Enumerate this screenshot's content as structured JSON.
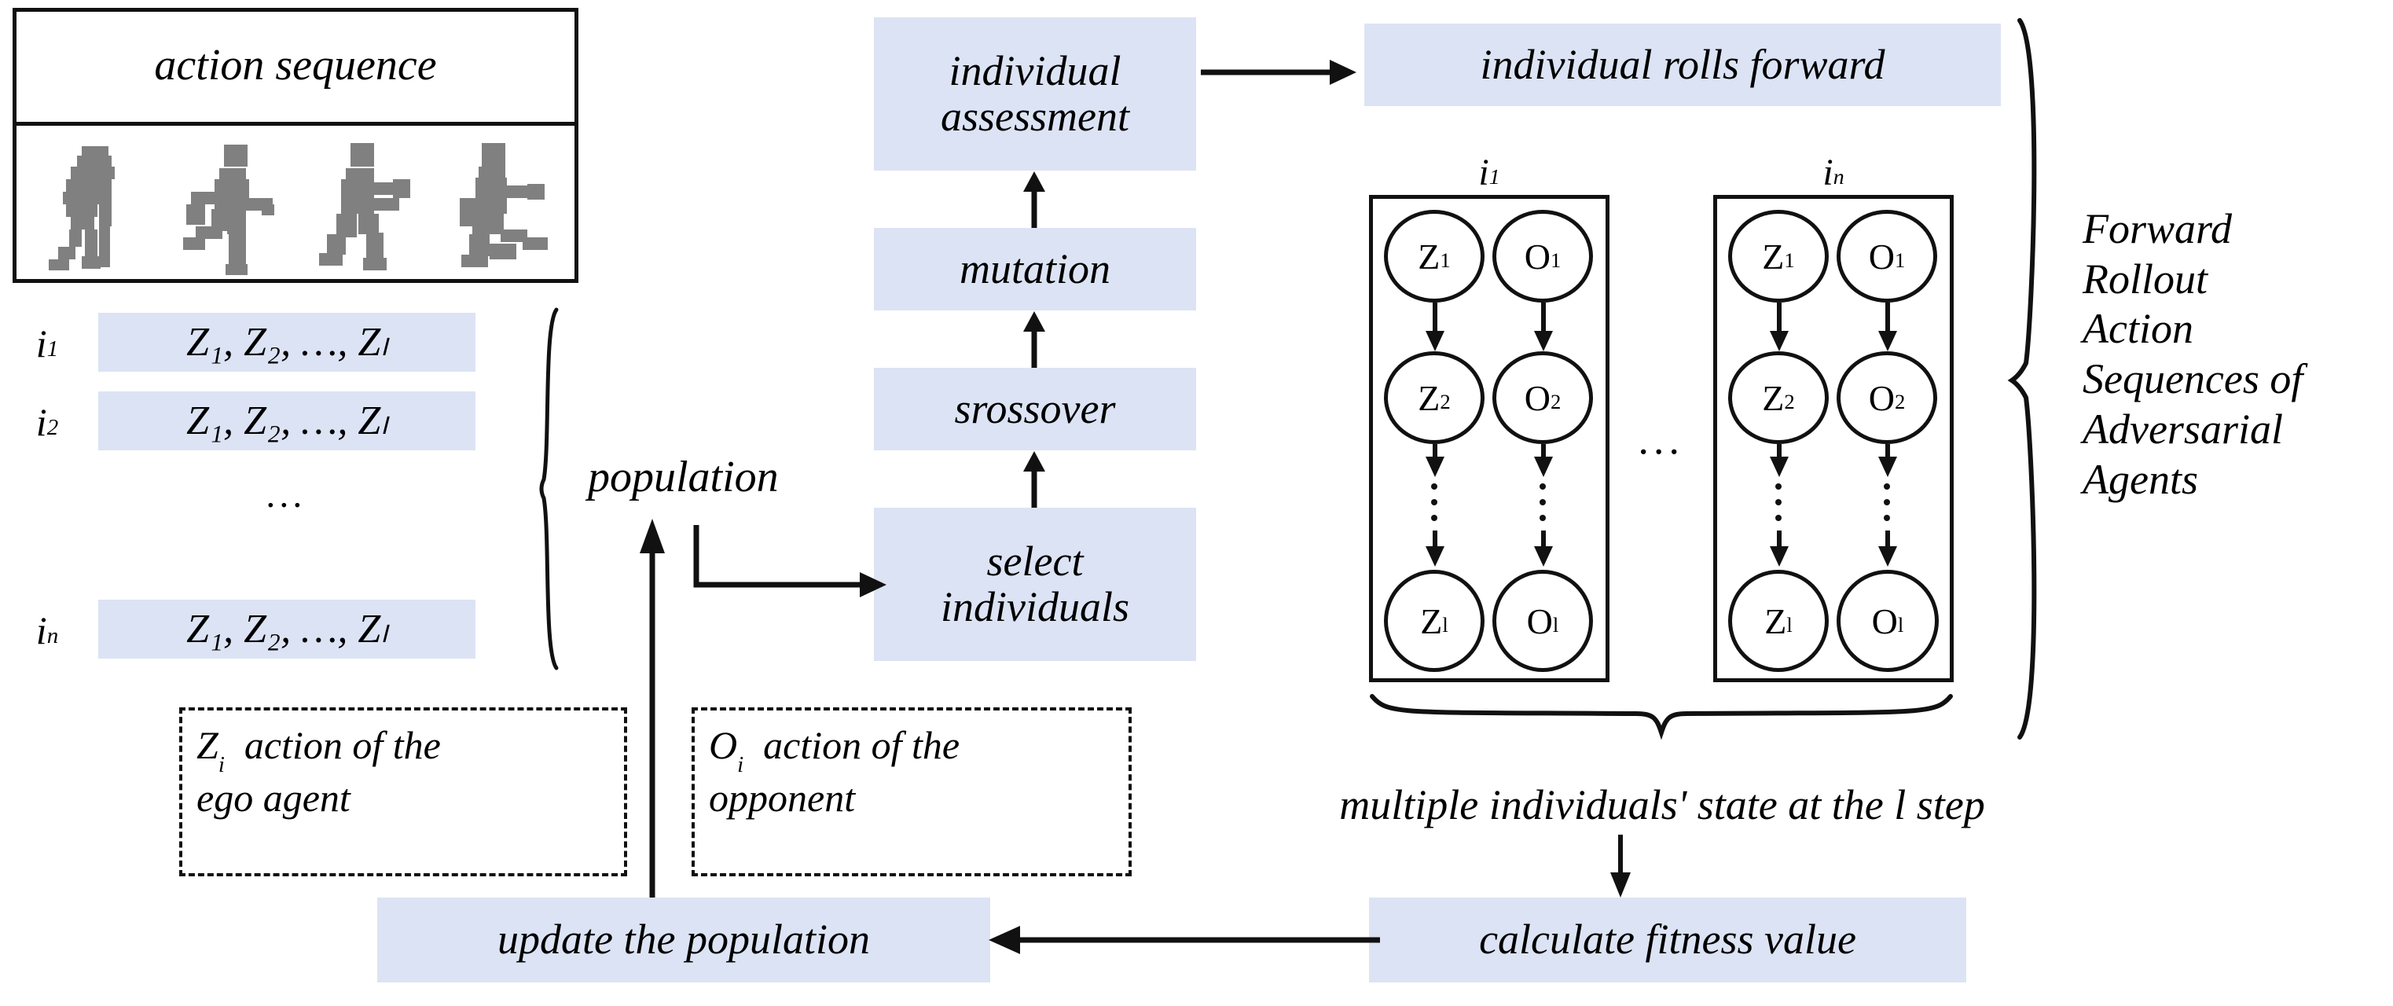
{
  "action_sequence_panel": {
    "title": "action sequence",
    "figure_count": 4,
    "figure_names": [
      "figure-stand",
      "figure-run",
      "figure-punch",
      "figure-kick"
    ]
  },
  "population": {
    "brace_label": "population",
    "ellipsis": "...",
    "rows": [
      {
        "index_label": "i",
        "index_sub": "1",
        "genes": "Z₁, Z₂, …, Zₗ"
      },
      {
        "index_label": "i",
        "index_sub": "2",
        "genes": "Z₁, Z₂, …, Zₗ"
      },
      {
        "index_label": "i",
        "index_sub": "n",
        "genes": "Z₁, Z₂, …, Zₗ"
      }
    ]
  },
  "legend": [
    {
      "symbol": "Z",
      "sub": "i",
      "line1": "action of the",
      "line2": "ego agent"
    },
    {
      "symbol": "O",
      "sub": "i",
      "line1": "action of the",
      "line2": "opponent"
    }
  ],
  "pipeline": {
    "individual_assessment": "individual\nassessment",
    "individual_assessment_line1": "individual",
    "individual_assessment_line2": "assessment",
    "mutation": "mutation",
    "crossover": "srossover",
    "select_individuals_line1": "select",
    "select_individuals_line2": "individuals",
    "individual_rolls_forward": "individual rolls forward",
    "calculate_fitness_value": "calculate fitness value",
    "update_the_population": "update the population"
  },
  "rollout": {
    "individual_labels": [
      {
        "base": "i",
        "sub": "1"
      },
      {
        "base": "i",
        "sub": "n"
      }
    ],
    "between_boxes_ellipsis": "...",
    "columns": [
      "Z",
      "O"
    ],
    "row_subscripts": [
      "1",
      "2",
      "l"
    ],
    "caption": "multiple individuals' state at the l step"
  },
  "right_brace_label": {
    "lines": [
      "Forward",
      "Rollout",
      "Action",
      "Sequences of",
      "Adversarial",
      "Agents"
    ]
  },
  "colors": {
    "box_fill": "#dce3f4",
    "ink": "#111111",
    "figure_gray": "#808080",
    "page_background": "#ffffff"
  }
}
